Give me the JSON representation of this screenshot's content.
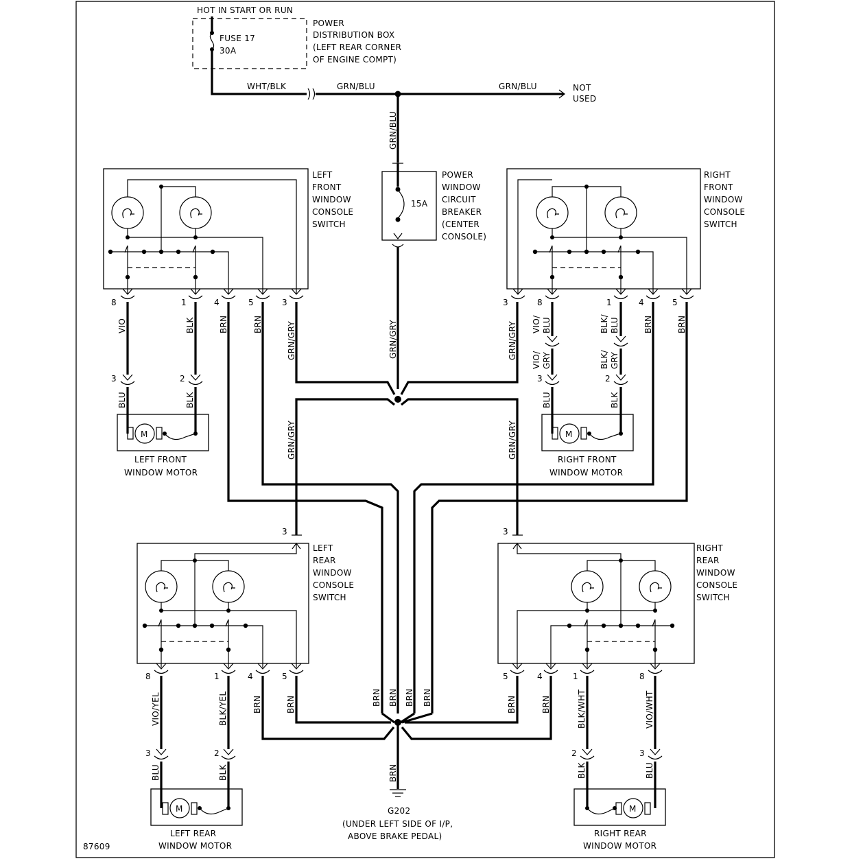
{
  "fuse_box": {
    "feed": "HOT IN START OR RUN",
    "fuse_name": "FUSE 17",
    "fuse_rating": "30A",
    "title": [
      "POWER",
      "DISTRIBUTION BOX",
      "(LEFT REAR CORNER",
      "OF ENGINE COMPT)"
    ]
  },
  "top_wires": {
    "left": "WHT/BLK",
    "middle": "GRN/BLU",
    "right": "GRN/BLU",
    "down": "GRN/BLU"
  },
  "not_used": [
    "NOT",
    "USED"
  ],
  "breaker": {
    "rating": "15A",
    "title": [
      "POWER",
      "WINDOW",
      "CIRCUIT",
      "BREAKER",
      "(CENTER",
      "CONSOLE)"
    ],
    "wire_out": "GRN/GRY"
  },
  "lf_switch": {
    "title": [
      "LEFT",
      "FRONT",
      "WINDOW",
      "CONSOLE",
      "SWITCH"
    ],
    "pins": [
      "8",
      "1",
      "4",
      "5",
      "3"
    ],
    "wires": [
      "VIO",
      "BLK",
      "BRN",
      "BRN",
      "GRN/GRY"
    ]
  },
  "rf_switch": {
    "title": [
      "RIGHT",
      "FRONT",
      "WINDOW",
      "CONSOLE",
      "SWITCH"
    ],
    "pins": [
      "3",
      "8",
      "1",
      "4",
      "5"
    ],
    "wires": [
      "GRN/GRY",
      "VIO/",
      "BLU",
      "BLK/",
      "BLU",
      "BRN",
      "BRN"
    ]
  },
  "lf_motor": {
    "pins": [
      "3",
      "2"
    ],
    "wires": [
      "BLU",
      "BLK"
    ],
    "label": [
      "LEFT FRONT",
      "WINDOW MOTOR"
    ]
  },
  "rf_motor": {
    "pins": [
      "3",
      "2"
    ],
    "wires": [
      "BLU",
      "BLK"
    ],
    "upper_wires": [
      "VIO/",
      "GRY",
      "BLK/",
      "GRY"
    ],
    "label": [
      "RIGHT FRONT",
      "WINDOW MOTOR"
    ]
  },
  "mid_wires": {
    "left": "GRN/GRY",
    "right": "GRN/GRY"
  },
  "lr_switch": {
    "pin_top": "3",
    "title": [
      "LEFT",
      "REAR",
      "WINDOW",
      "CONSOLE",
      "SWITCH"
    ],
    "pins": [
      "8",
      "1",
      "4",
      "5"
    ],
    "wires": [
      "VIO/YEL",
      "BLK/YEL",
      "BRN",
      "BRN"
    ]
  },
  "rr_switch": {
    "pin_top": "3",
    "title": [
      "RIGHT",
      "REAR",
      "WINDOW",
      "CONSOLE",
      "SWITCH"
    ],
    "pins": [
      "5",
      "4",
      "1",
      "8"
    ],
    "wires": [
      "BRN",
      "BRN",
      "BLK/WHT",
      "VIO/WHT"
    ]
  },
  "lr_motor": {
    "pins": [
      "3",
      "2"
    ],
    "wires": [
      "BLU",
      "BLK"
    ],
    "label": [
      "LEFT REAR",
      "WINDOW MOTOR"
    ]
  },
  "rr_motor": {
    "pins": [
      "2",
      "3"
    ],
    "wires": [
      "BLK",
      "BLU"
    ],
    "label": [
      "RIGHT REAR",
      "WINDOW MOTOR"
    ]
  },
  "ground": {
    "center_wires": [
      "BRN",
      "BRN",
      "BRN",
      "BRN"
    ],
    "down_wire": "BRN",
    "name": "G202",
    "location": [
      "(UNDER LEFT SIDE OF I/P,",
      "ABOVE BRAKE PEDAL)"
    ]
  },
  "figure_number": "87609",
  "motor_letter": "M"
}
